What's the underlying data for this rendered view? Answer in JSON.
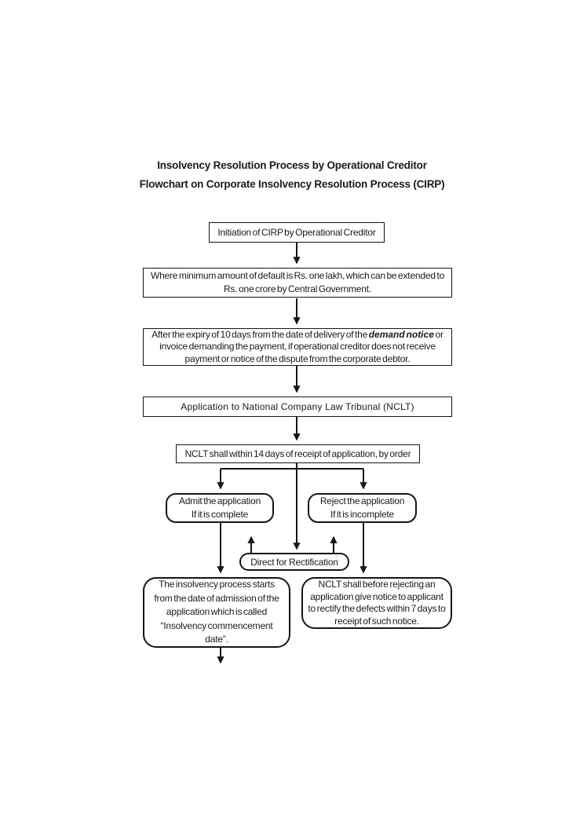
{
  "page": {
    "title_line1": "Insolvency Resolution Process by Operational Creditor",
    "title_line2": "Flowchart on Corporate Insolvency Resolution Process (CIRP)"
  },
  "flowchart": {
    "nodes": {
      "initiation": {
        "text": "Initiation of CIRP by Operational Creditor"
      },
      "minimum_default": {
        "text": "Where minimum amount of default is Rs. one lakh, which can be extended to Rs. one crore by Central Government."
      },
      "expiry": {
        "text_before": "After the expiry of 10 days from the date of delivery of the ",
        "text_emphasis": "demand notice",
        "text_after": " or invoice demanding the payment, if operational creditor does not receive payment or notice of the dispute from the corporate debtor."
      },
      "application_nclt": {
        "text": "Application to National Company Law Tribunal (NCLT)"
      },
      "nclt_order": {
        "text": "NCLT shall within 14 days of receipt of application, by order"
      },
      "admit": {
        "line1": "Admit the application",
        "line2": "If it is complete"
      },
      "reject": {
        "line1": "Reject the application",
        "line2": "If it is incomplete"
      },
      "rectification": {
        "text": "Direct for Rectification"
      },
      "commencement": {
        "text": "The insolvency process starts from the date of admission of the application which is called “Insolvency commencement date”."
      },
      "notice_defects": {
        "text": "NCLT shall before rejecting an application give notice to applicant to rectify the defects within 7 days to receipt of such notice."
      }
    }
  },
  "colors": {
    "line": "#151515",
    "text": "#1a1a1a",
    "background": "#ffffff"
  }
}
